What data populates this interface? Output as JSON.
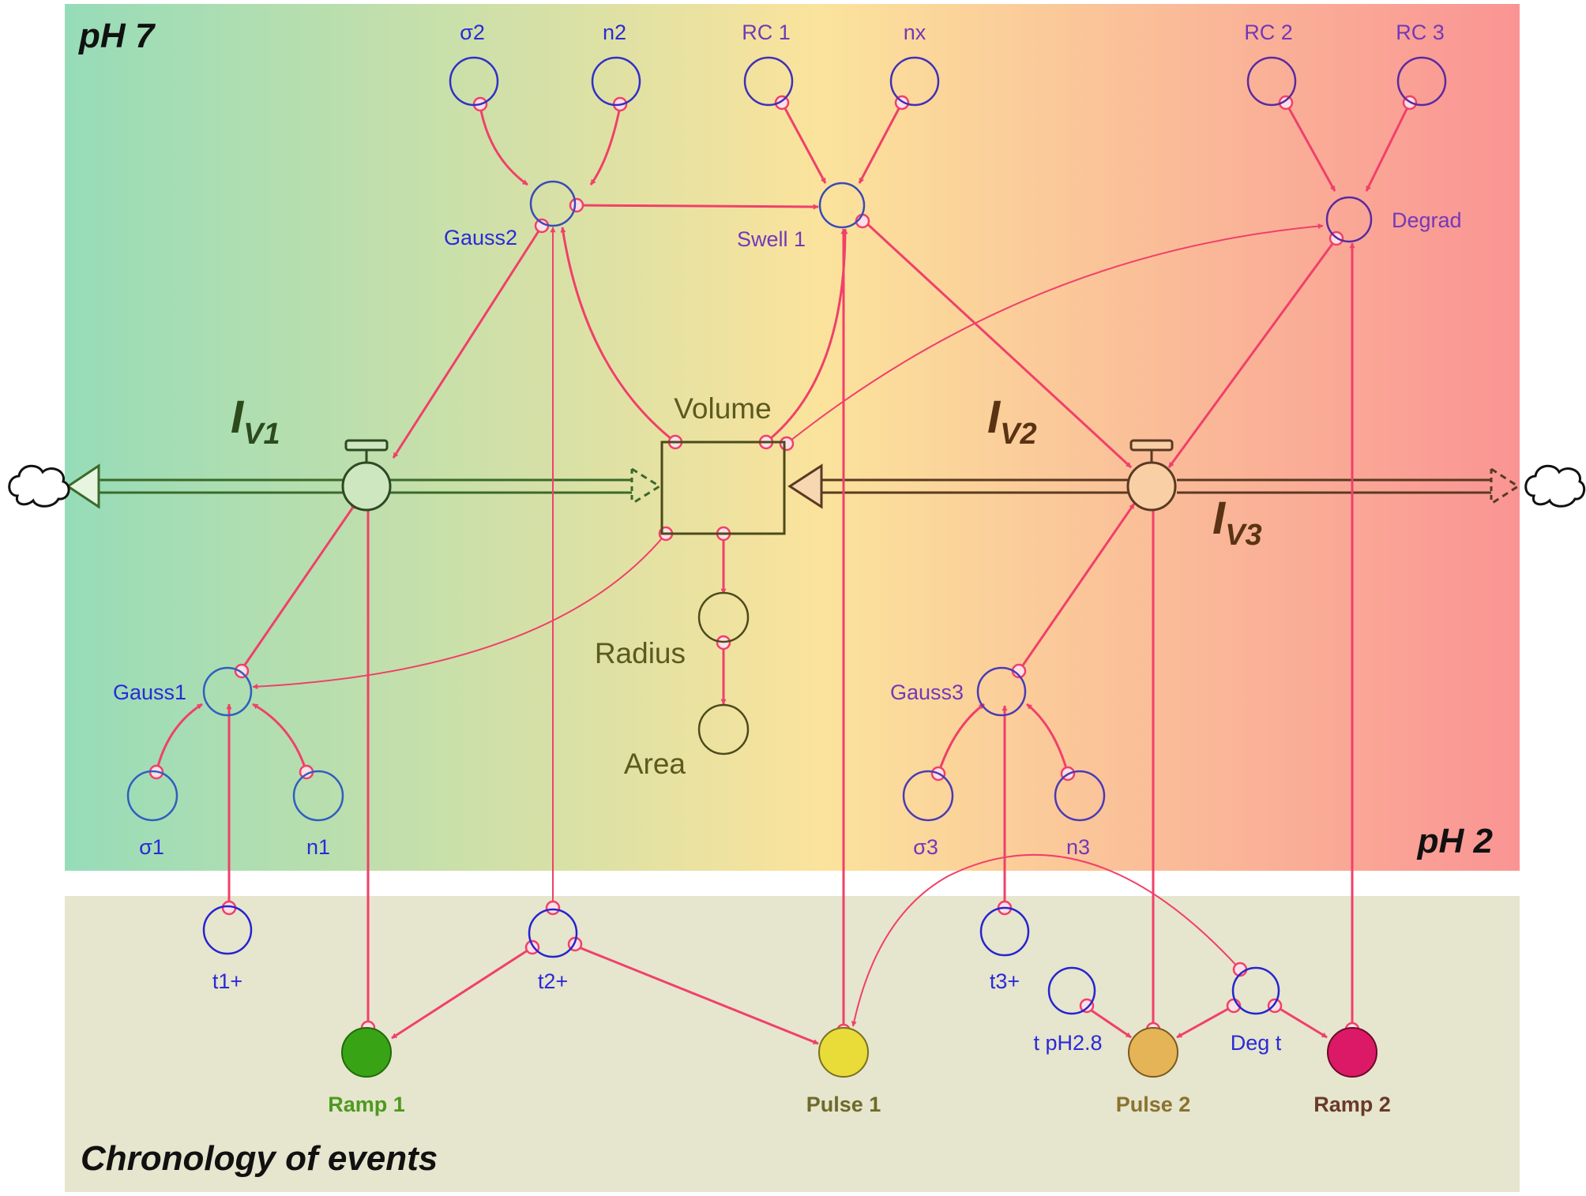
{
  "regions": {
    "top_left": "pH 7",
    "top_right": "pH 2",
    "bottom": "Chronology of events"
  },
  "colors": {
    "grad_left": "#96dcb8",
    "grad_mid": "#fbe39c",
    "grad_right": "#fa9494",
    "chronology_bg": "#e6e5cd",
    "link": "#f0406a",
    "node_blue": "#3030c8",
    "node_olive": "#4d4a1c",
    "ramp1": "#39a316",
    "pulse1": "#e9dc38",
    "pulse2": "#e5b456",
    "ramp2": "#dc1966"
  },
  "flows": {
    "iv1": {
      "main": "I",
      "sub": "V1"
    },
    "iv2": {
      "main": "I",
      "sub": "V2"
    },
    "iv3": {
      "main": "I",
      "sub": "V3"
    }
  },
  "stock": {
    "volume": "Volume"
  },
  "converters": {
    "radius": "Radius",
    "area": "Area"
  },
  "params": {
    "sigma2": "σ2",
    "n2": "n2",
    "rc1": "RC 1",
    "nx": "nx",
    "rc2": "RC 2",
    "rc3": "RC 3",
    "gauss2": "Gauss2",
    "swell1": "Swell 1",
    "degrad": "Degrad",
    "gauss1": "Gauss1",
    "sigma1": "σ1",
    "n1": "n1",
    "gauss3": "Gauss3",
    "sigma3": "σ3",
    "n3": "n3"
  },
  "events": {
    "t1": "t1+",
    "t2": "t2+",
    "t3": "t3+",
    "tph28": "t pH2.8",
    "degt": "Deg t",
    "ramp1": "Ramp 1",
    "pulse1": "Pulse 1",
    "pulse2": "Pulse 2",
    "ramp2": "Ramp 2"
  }
}
